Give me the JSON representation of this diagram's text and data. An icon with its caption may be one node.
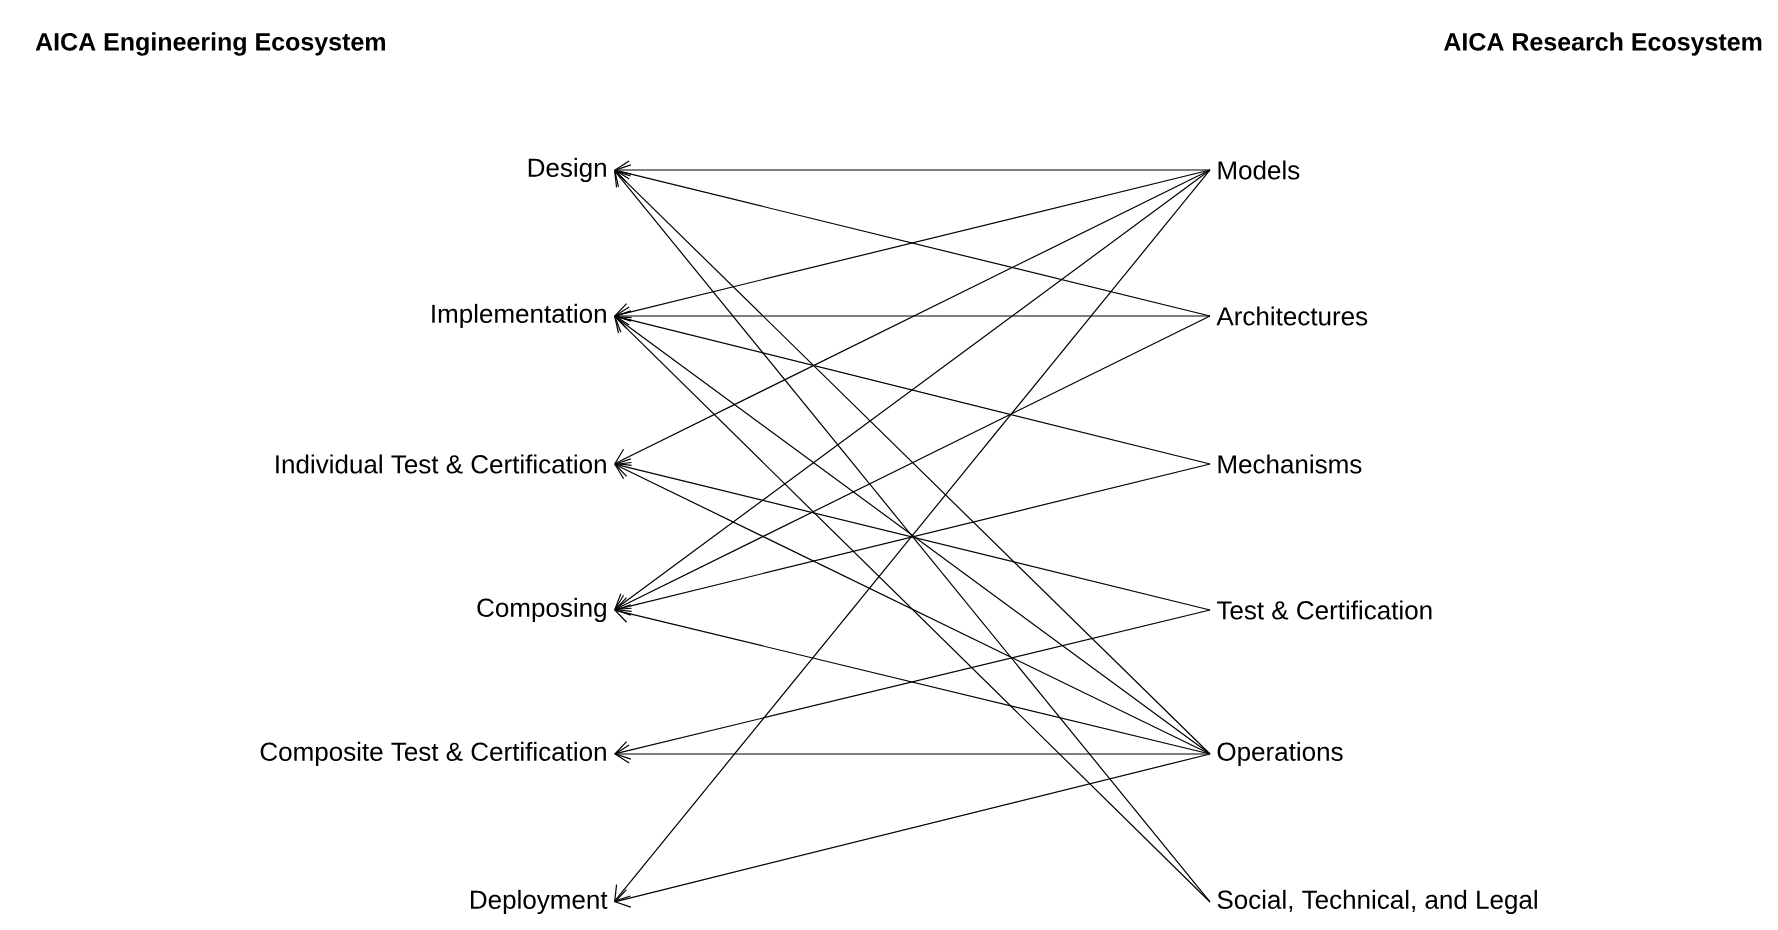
{
  "diagram": {
    "nodes": [
      {
        "text": [
          "Design"
        ]
      },
      {
        "text": [
          "Implementation"
        ]
      },
      {
        "text": [
          "Individual Test & Certification"
        ]
      },
      {
        "text": [
          "Composing"
        ]
      },
      {
        "text": [
          "Composite Test & Certification"
        ]
      },
      {
        "text": [
          "Deployment"
        ]
      },
      {
        "text": [
          "Models"
        ]
      },
      {
        "text": [
          "Architectures"
        ]
      },
      {
        "text": [
          "Mechanisms"
        ]
      },
      {
        "text": [
          "Test & Certification"
        ]
      },
      {
        "text": [
          "Operations"
        ]
      },
      {
        "text": [
          "Social, Technical, and Legal"
        ]
      }
    ],
    "edges": [
      {
        "from": 6,
        "to": 0,
        "arrow": "to"
      },
      {
        "from": 6,
        "to": 1,
        "arrow": "to"
      },
      {
        "from": 6,
        "to": 2,
        "arrow": "to"
      },
      {
        "from": 6,
        "to": 3,
        "arrow": "to"
      },
      {
        "from": 6,
        "to": 5,
        "arrow": "to"
      },
      {
        "from": 7,
        "to": 0,
        "arrow": "to"
      },
      {
        "from": 7,
        "to": 1,
        "arrow": "to"
      },
      {
        "from": 7,
        "to": 3,
        "arrow": "to"
      },
      {
        "from": 8,
        "to": 1,
        "arrow": "to"
      },
      {
        "from": 8,
        "to": 3,
        "arrow": "to"
      },
      {
        "from": 9,
        "to": 2,
        "arrow": "to"
      },
      {
        "from": 9,
        "to": 4,
        "arrow": "to"
      },
      {
        "from": 10,
        "to": 0,
        "arrow": "to"
      },
      {
        "from": 10,
        "to": 1,
        "arrow": "to"
      },
      {
        "from": 10,
        "to": 2,
        "arrow": "to"
      },
      {
        "from": 10,
        "to": 3,
        "arrow": "to"
      },
      {
        "from": 10,
        "to": 4,
        "arrow": "to"
      },
      {
        "from": 10,
        "to": 5,
        "arrow": "to"
      },
      {
        "from": 11,
        "to": 0,
        "arrow": "to"
      },
      {
        "from": 11,
        "to": 1,
        "arrow": "to"
      }
    ],
    "labels": [
      "AICA Engineering Ecosystem",
      "AICA Research Ecosystem"
    ]
  }
}
